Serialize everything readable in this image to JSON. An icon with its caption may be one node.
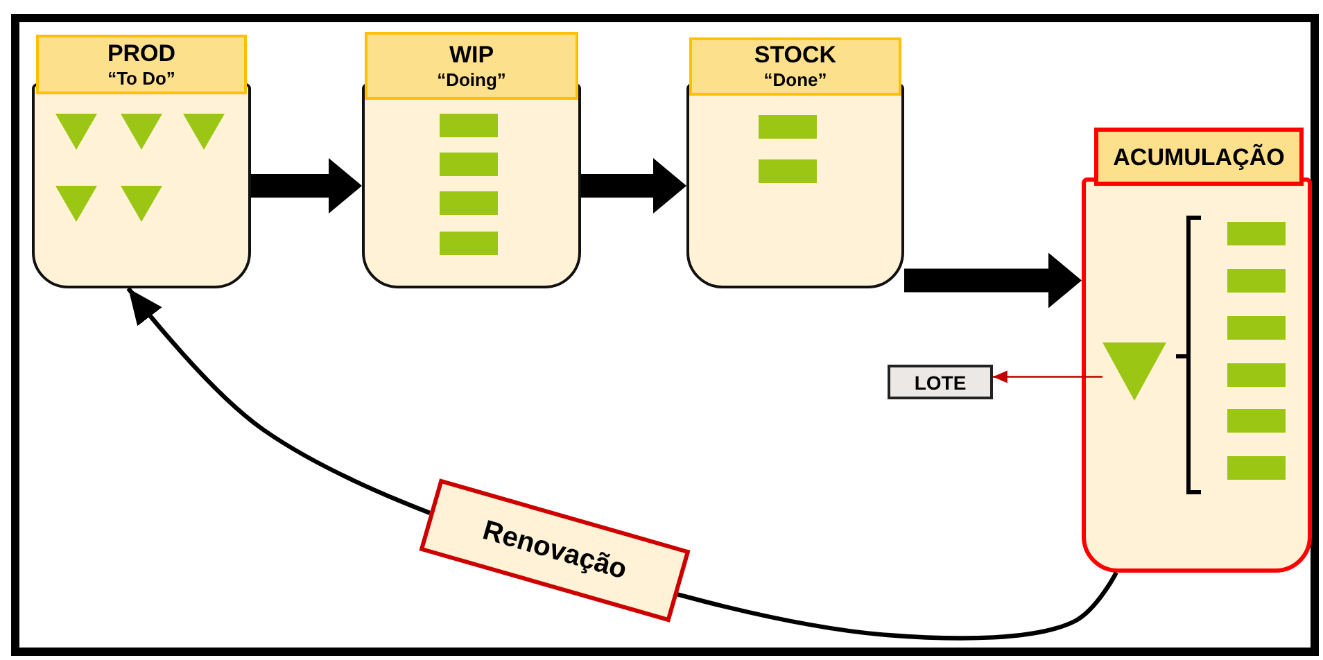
{
  "diagram": {
    "nodes": [
      {
        "text": [
          "PROD",
          "“To Do”"
        ]
      },
      {
        "text": [
          "WIP",
          "“Doing”"
        ]
      },
      {
        "text": [
          "STOCK",
          "“Done”"
        ]
      },
      {
        "text": [
          "ACUMULAÇÃO"
        ]
      },
      {
        "text": [],
        "shape": "triangle",
        "in": 3
      },
      {
        "text": [
          "LOTE"
        ]
      }
    ],
    "edges": [
      {
        "from": 0,
        "to": 1,
        "arrow": "to"
      },
      {
        "from": 1,
        "to": 2,
        "arrow": "to"
      },
      {
        "from": 2,
        "to": 3,
        "arrow": "to"
      },
      {
        "from": 3,
        "to": 0,
        "arrow": "to",
        "label": "Renovação"
      },
      {
        "from": 4,
        "to": 5,
        "arrow": "to",
        "color": "#c00000"
      }
    ]
  }
}
